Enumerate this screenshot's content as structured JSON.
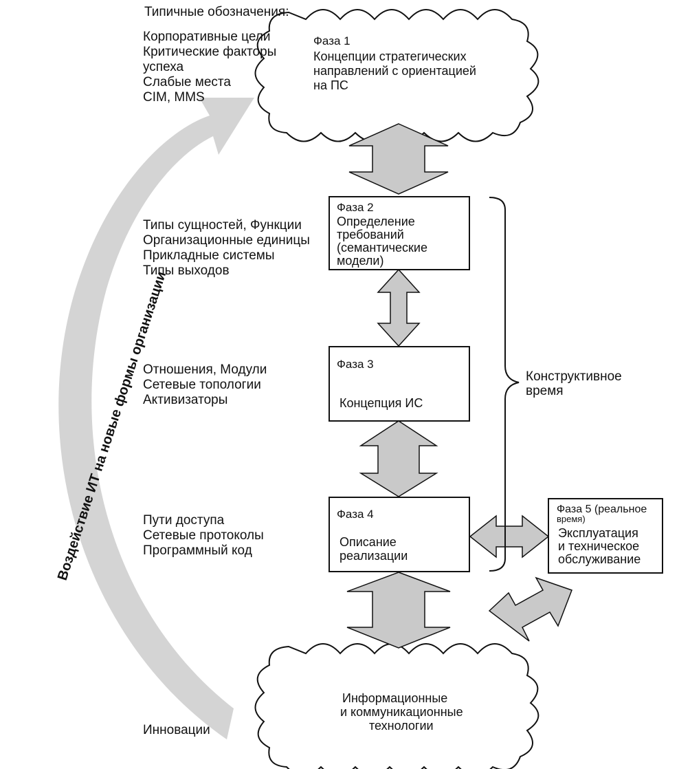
{
  "left_labels": {
    "typical_heading": "Типичные обозначения:",
    "phase1_items": [
      "Корпоративные цели",
      "Критические факторы",
      "успеха",
      "Слабые места",
      "CIM, MMS"
    ],
    "phase2_items": [
      "Типы сущностей, Функции",
      "Организационные единицы",
      "Прикладные системы",
      "Типы выходов"
    ],
    "phase3_items": [
      "Отношения, Модули",
      "Сетевые топологии",
      "Активизаторы"
    ],
    "phase4_items": [
      "Пути доступа",
      "Сетевые протоколы",
      "Программный код"
    ],
    "innovations": "Инновации"
  },
  "curved_arrow_label": "Воздействие ИТ на новые формы организации",
  "phase1": {
    "label": "Фаза 1",
    "lines": [
      "Концепции стратегических",
      "направлений с ориентацией",
      "на ПС"
    ]
  },
  "phase2": {
    "label": "Фаза 2",
    "lines": [
      "Определение",
      "требований",
      "(семантические",
      "модели)"
    ]
  },
  "phase3": {
    "label": "Фаза 3",
    "text": "Концепция ИС"
  },
  "phase4": {
    "label": "Фаза 4",
    "lines": [
      "Описание",
      "реализации"
    ]
  },
  "phase5": {
    "label_lines": [
      "Фаза 5 (реальное",
      "время)"
    ],
    "lines": [
      "Эксплуатация",
      "и техническое",
      "обслуживание"
    ]
  },
  "bottom_cloud": {
    "lines": [
      "Информационные",
      "и коммуникационные",
      "технологии"
    ]
  },
  "brace_label": [
    "Конструктивное",
    "время"
  ],
  "colors": {
    "arrow_fill": "#c9c9c9",
    "stroke": "#111111",
    "curve_fill": "#d4d4d4"
  }
}
